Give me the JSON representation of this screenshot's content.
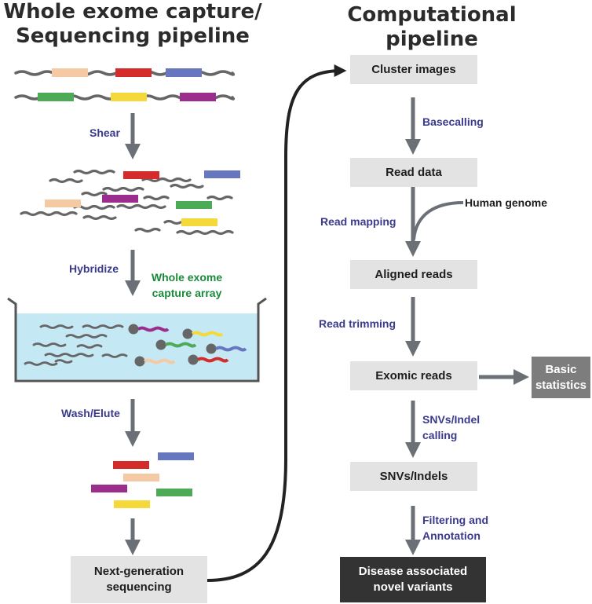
{
  "titles": {
    "left_line1": "Whole exome capture/",
    "left_line2": "Sequencing pipeline",
    "right": "Computational pipeline"
  },
  "left_pipeline": {
    "shear": "Shear",
    "hybridize": "Hybridize",
    "capture_array_line1": "Whole exome",
    "capture_array_line2": "capture array",
    "wash_elute": "Wash/Elute",
    "ngs_box_line1": "Next-generation",
    "ngs_box_line2": "sequencing"
  },
  "right_pipeline": {
    "cluster_images": "Cluster images",
    "basecalling": "Basecalling",
    "read_data": "Read data",
    "read_mapping": "Read mapping",
    "human_genome": "Human genome",
    "aligned_reads": "Aligned reads",
    "read_trimming": "Read trimming",
    "exomic_reads": "Exomic reads",
    "basic_statistics_line1": "Basic",
    "basic_statistics_line2": "statistics",
    "snv_calling_line1": "SNVs/Indel",
    "snv_calling_line2": "calling",
    "snvs_indels": "SNVs/Indels",
    "filtering_line1": "Filtering and",
    "filtering_line2": "Annotation",
    "disease_line1": "Disease associated",
    "disease_line2": "novel variants"
  },
  "colors": {
    "peach": "#f5c9a4",
    "red": "#d42b2b",
    "blue": "#6677c0",
    "green": "#4daa57",
    "yellow": "#f5d93a",
    "purple": "#9b2e8c",
    "dna_gray": "#666666",
    "arrow_gray": "#6b7077",
    "water": "#c5e8f5",
    "label_navy": "#3a3a8c",
    "label_green": "#1a8a3a"
  }
}
